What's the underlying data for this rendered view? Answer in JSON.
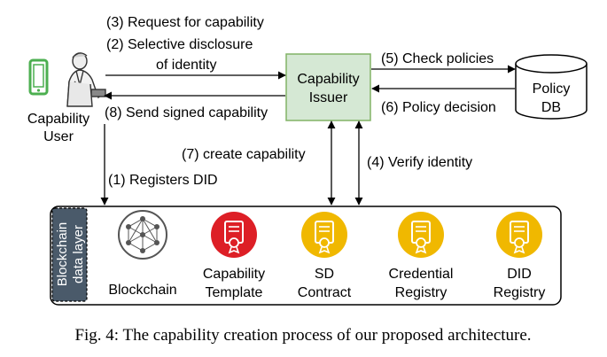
{
  "arrows": {
    "request": "(3) Request for capability",
    "selective_line1": "(2) Selective disclosure",
    "selective_line2": "of identity",
    "send_signed": "(8) Send signed capability",
    "check_policies": "(5) Check policies",
    "policy_decision": "(6) Policy decision",
    "create_capability": "(7) create capability",
    "verify_identity": "(4) Verify identity",
    "registers_did": "(1) Registers DID"
  },
  "nodes": {
    "user_line1": "Capability",
    "user_line2": "User",
    "issuer_line1": "Capability",
    "issuer_line2": "Issuer",
    "db_line1": "Policy",
    "db_line2": "DB"
  },
  "blockchain_layer": {
    "label_line1": "Blockchain",
    "label_line2": "data layer",
    "items": [
      {
        "line1": "Blockchain",
        "line2": ""
      },
      {
        "line1": "Capability",
        "line2": "Template"
      },
      {
        "line1": "SD",
        "line2": "Contract"
      },
      {
        "line1": "Credential",
        "line2": "Registry"
      },
      {
        "line1": "DID",
        "line2": "Registry"
      }
    ]
  },
  "caption": "Fig. 4: The capability creation process of our proposed architecture.",
  "colors": {
    "issuer_fill": "#d5e8d4",
    "issuer_stroke": "#82b366",
    "template_red": "#dd1f26",
    "contract_yellow": "#f0b800",
    "layer_label_fill": "#4a5a6a",
    "phone_green": "#4caf50"
  }
}
